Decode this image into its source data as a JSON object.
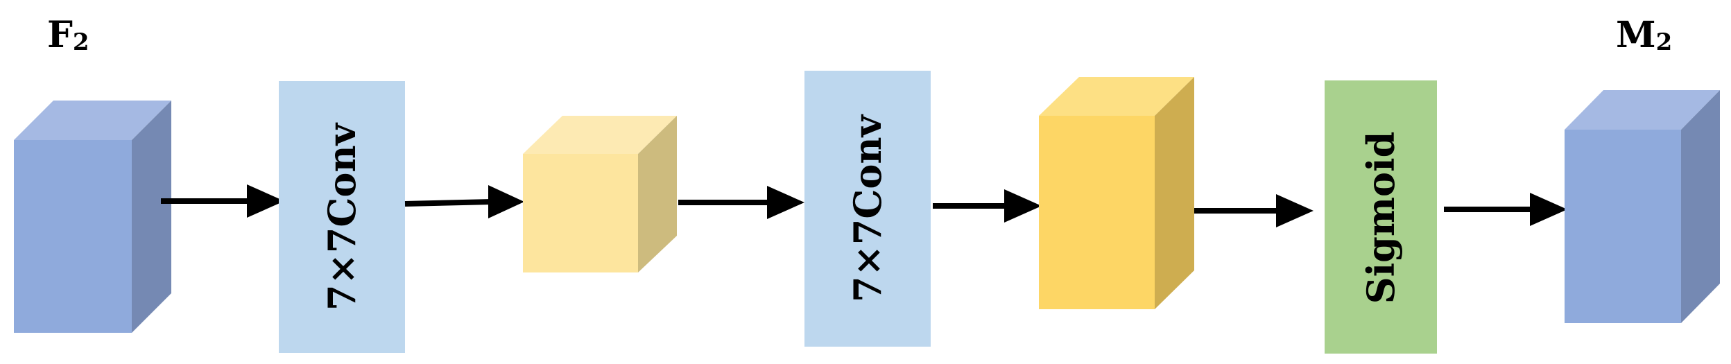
{
  "diagram": {
    "input": {
      "label": "F",
      "subscript": "2"
    },
    "output": {
      "label": "M",
      "subscript": "2"
    },
    "layers": [
      {
        "label": "7×7Conv"
      },
      {
        "label": "7×7Conv"
      },
      {
        "label": "Sigmoid"
      }
    ]
  },
  "colors": {
    "input_cube": {
      "front": "#8faadc",
      "top": "#a5b9e3",
      "side": "#7589b3"
    },
    "feature_cube_1": {
      "front": "#fde59e",
      "top": "#fdeab3",
      "side": "#cdbb7e"
    },
    "feature_cube_2": {
      "front": "#fdd665",
      "top": "#fde084",
      "side": "#cead50"
    },
    "output_cube": {
      "front": "#8faadc",
      "top": "#a5b9e3",
      "side": "#7589b3"
    },
    "conv_block": "#bdd7ee",
    "sigmoid_block": "#a9d18e",
    "arrow": "#000000"
  }
}
